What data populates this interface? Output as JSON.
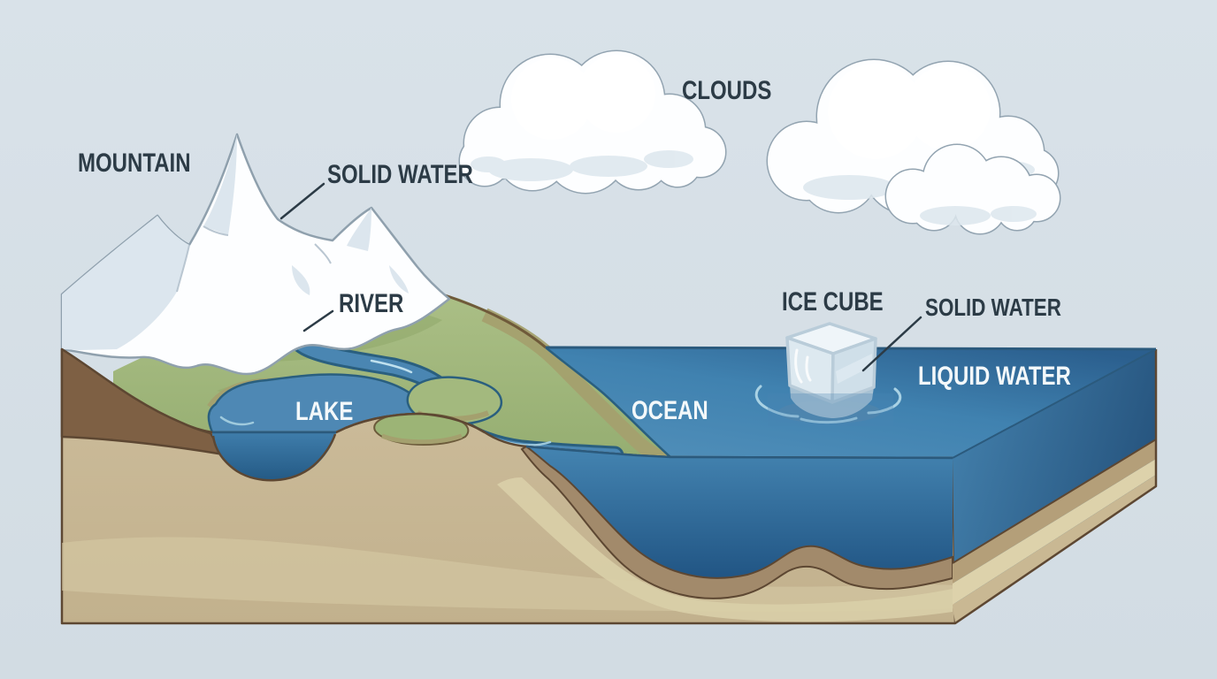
{
  "diagram": {
    "labels": {
      "mountain": "MOUNTAIN",
      "solid_water_mountain": "SOLID WATER",
      "clouds": "CLOUDS",
      "river": "RIVER",
      "lake": "LAKE",
      "ocean": "OCEAN",
      "ice_cube": "ICE CUBE",
      "solid_water_ice": "SOLID WATER",
      "liquid_water": "LIQUID WATER"
    },
    "palette": {
      "sky": "#d6e0e7",
      "label_dark": "#2c3b46",
      "label_light": "#f3f8fa",
      "cloud_fill": "#ffffff",
      "cloud_outline": "#93a4b1",
      "snow": "#fdfeff",
      "snow_shade": "#dce6ee",
      "mountain_outline": "#8fa0ad",
      "land_green": "#a7bc82",
      "shore_olive": "#a4a06e",
      "coast_brown": "#6f5a3a",
      "river_blue": "#4a86b2",
      "lake_blue": "#4e88b4",
      "ocean_top": "#4f8cb6",
      "ocean_back": "#2b5f8e",
      "deep_water": "#235a86",
      "water_outline": "#2a5f7f",
      "earth_brown": "#7e6044",
      "sediment_tan": "#c8b795",
      "seabed_brown": "#a28a6b",
      "pale_layer": "#d9cfa8",
      "ice_fill": "#dde9f0",
      "ice_outline": "#b9ccd9",
      "ripple": "#a9d2e4"
    }
  }
}
